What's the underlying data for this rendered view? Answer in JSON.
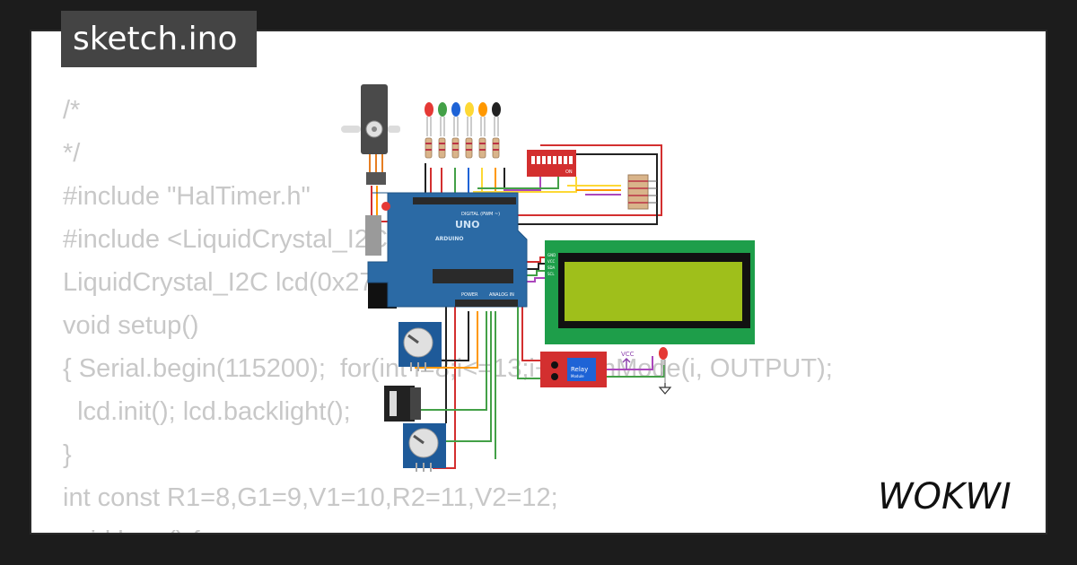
{
  "window": {
    "title": "sketch.ino"
  },
  "code": {
    "lines": [
      "/*",
      "*/",
      "#include \"HalTimer.h\"",
      "#include <LiquidCrystal_I2C.h>",
      "LiquidCrystal_I2C lcd(0x27,20,4);",
      "void setup()",
      "{ Serial.begin(115200);  for(int i=8;i<=13;i++) pinMode(i, OUTPUT);",
      "  lcd.init(); lcd.backlight();",
      "}",
      "int const R1=8,G1=9,V1=10,R2=11,V2=12;",
      "void loop() {"
    ]
  },
  "diagram": {
    "board_label": "UNO",
    "board_brand": "ARDUINO",
    "digital_label": "DIGITAL (PWM ~)",
    "power_label": "POWER",
    "analog_label": "ANALOG IN",
    "relay_label": "Relay",
    "relay_sub": "Module",
    "vcc_label": "VCC",
    "dip_label": "ON",
    "lcd_pins": [
      "GND",
      "VCC",
      "SDA",
      "SCL"
    ],
    "led_colors": [
      "#e53935",
      "#43a047",
      "#1e63d6",
      "#fdd835",
      "#ff9800",
      "#222222"
    ],
    "lcd_backlight_color": "#9fbf1b",
    "board_color": "#2b6aa5"
  },
  "brand": {
    "logo": "WOKWI",
    "logo_icon": "wokwi-wordmark"
  },
  "colors": {
    "background": "#1c1c1c",
    "card": "#ffffff",
    "tab": "#444444",
    "code_text": "#c8c8c8"
  }
}
